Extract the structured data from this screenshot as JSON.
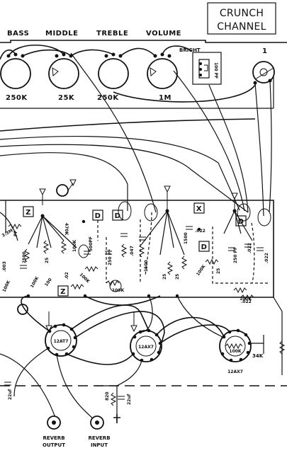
{
  "header": {
    "title_line1": "CRUNCH",
    "title_line2": "CHANNEL"
  },
  "controls": [
    {
      "name": "BASS",
      "value": "250K"
    },
    {
      "name": "MIDDLE",
      "value": "25K"
    },
    {
      "name": "TREBLE",
      "value": "250K"
    },
    {
      "name": "VOLUME",
      "value": "1M"
    }
  ],
  "bright_switch": {
    "label": "BRIGHT",
    "cap": "100 PF"
  },
  "jack_number": "1",
  "tubes": [
    "12AT7",
    "12AX7",
    "12AX7"
  ],
  "markers": {
    "z": "Z",
    "d": "D",
    "x": "X"
  },
  "components": {
    "c_022_a": ".022",
    "c_022_b": ".022",
    "c_022_c": ".022",
    "c_022_d": ".022",
    "r_1500_a": "1500",
    "r_1500_b": "1500",
    "r_100k_a": "100K",
    "r_100k_b": "100K",
    "r_100k_c": "100K",
    "r_100k_d": "100K",
    "r_100k_e": "100K",
    "r_100k_f": "100K",
    "c_250pf_a": "250 PF",
    "c_250pf_b": "250 PF",
    "c_500pf": "500PF",
    "c_047": ".047",
    "r_2500": "2500",
    "r_25_a": "25",
    "r_25_b": "25",
    "r_25_c": "25",
    "r_25_d": "25",
    "r_470k": "470K",
    "r_100_a": "100",
    "r_3_3m": "3.3M",
    "c_02": ".02",
    "c_003": ".003",
    "r_34k": "34K",
    "c_22uf_a": "22uf",
    "c_22uf_b": "22uf",
    "r_820": "820",
    "pf_small": "PF"
  },
  "jacks": [
    {
      "line1": "REVERB",
      "line2": "OUTPUT"
    },
    {
      "line1": "REVERB",
      "line2": "INPUT"
    }
  ]
}
